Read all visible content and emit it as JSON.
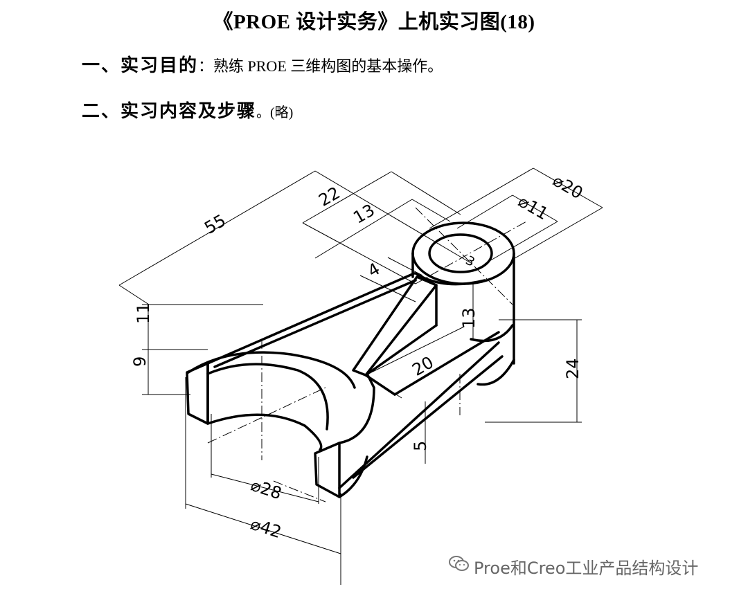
{
  "title": "《PROE 设计实务》上机实习图(18)",
  "section1": {
    "heading": "一、实习目的",
    "text": "：熟练 PROE 三维构图的基本操作。"
  },
  "section2": {
    "heading": "二、实习内容及步骤",
    "text": "。(略)"
  },
  "dimensions": {
    "d55": "55",
    "d22": "22",
    "d13a": "13",
    "d4": "4",
    "d13b": "13",
    "d20": "20",
    "d24": "24",
    "d11": "11",
    "d9": "9",
    "d5": "5",
    "d3": "3",
    "phi20": "⌀20",
    "phi11": "⌀11",
    "phi28": "⌀28",
    "phi42": "⌀42"
  },
  "watermark": {
    "text": "Proe和Creo工业产品结构设计",
    "icon": "wechat-icon"
  }
}
